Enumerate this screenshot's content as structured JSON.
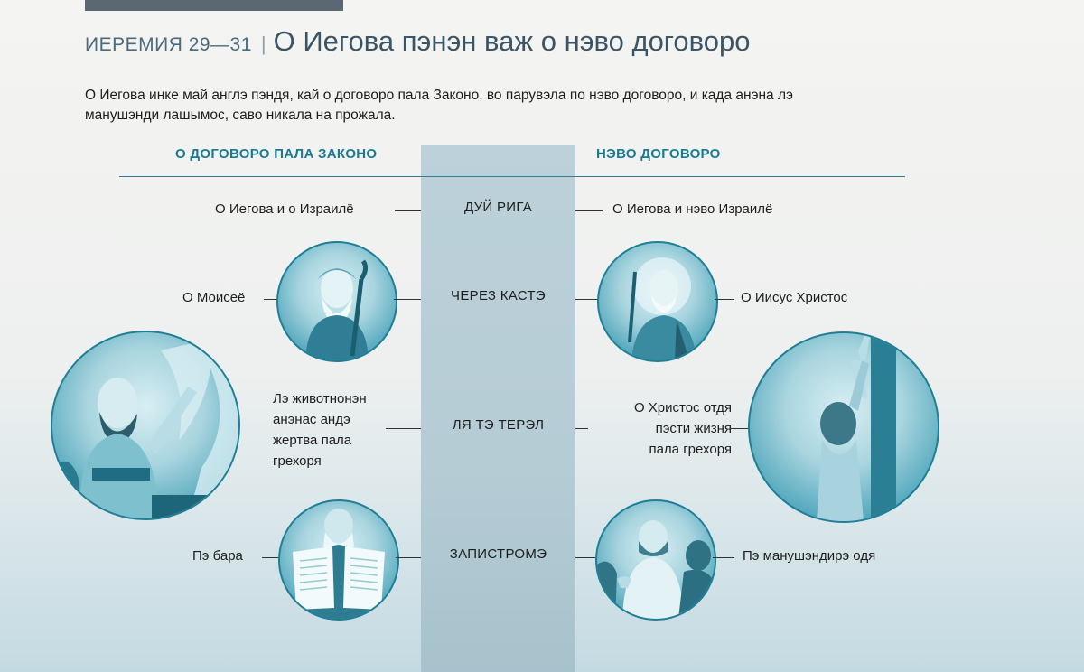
{
  "header": {
    "reference": "ИЕРЕМИЯ 29—31",
    "separator": "|",
    "title": "О Иегова пэнэн важ о нэво договоро"
  },
  "intro": "О Иегова инке май англэ пэндя, кай о договоро пала Законо, во парувэла по нэво договоро, и када анэна лэ манушэнди лашымос, саво никала на прожала.",
  "columns": {
    "left_header": "О ДОГОВОРО ПАЛА ЗАКОНО",
    "right_header": "НЭВО ДОГОВОРО"
  },
  "rows": [
    {
      "center": "ДУЙ РИГА",
      "left": "О Иегова и о Израилё",
      "right": "О Иегова и нэво Израилё"
    },
    {
      "center": "ЧЕРЕЗ КАСТЭ",
      "left": "О Моисеё",
      "right": "О Иисус Христос"
    },
    {
      "center": "ЛЯ ТЭ ТЕРЭЛ",
      "left_lines": [
        "Лэ животнонэн",
        "анэнас андэ",
        "жертва пала",
        "грехоря"
      ],
      "right_lines": [
        "О Христос отдя",
        "пэсти жизня",
        "пала грехоря"
      ]
    },
    {
      "center": "ЗАПИСТРОМЭ",
      "left": "Пэ бара",
      "right": "Пэ манушэндирэ одя"
    }
  ],
  "icons": {
    "moses": "moses-portrait-icon",
    "jesus": "jesus-portrait-icon",
    "sacrifice": "animal-sacrifice-icon",
    "stake": "jesus-on-stake-icon",
    "tablets": "stone-tablets-icon",
    "heart": "jesus-teaching-icon"
  },
  "colors": {
    "accent": "#1a7a94",
    "band": "#bcd1d9",
    "circle_border": "#1f7f97"
  }
}
